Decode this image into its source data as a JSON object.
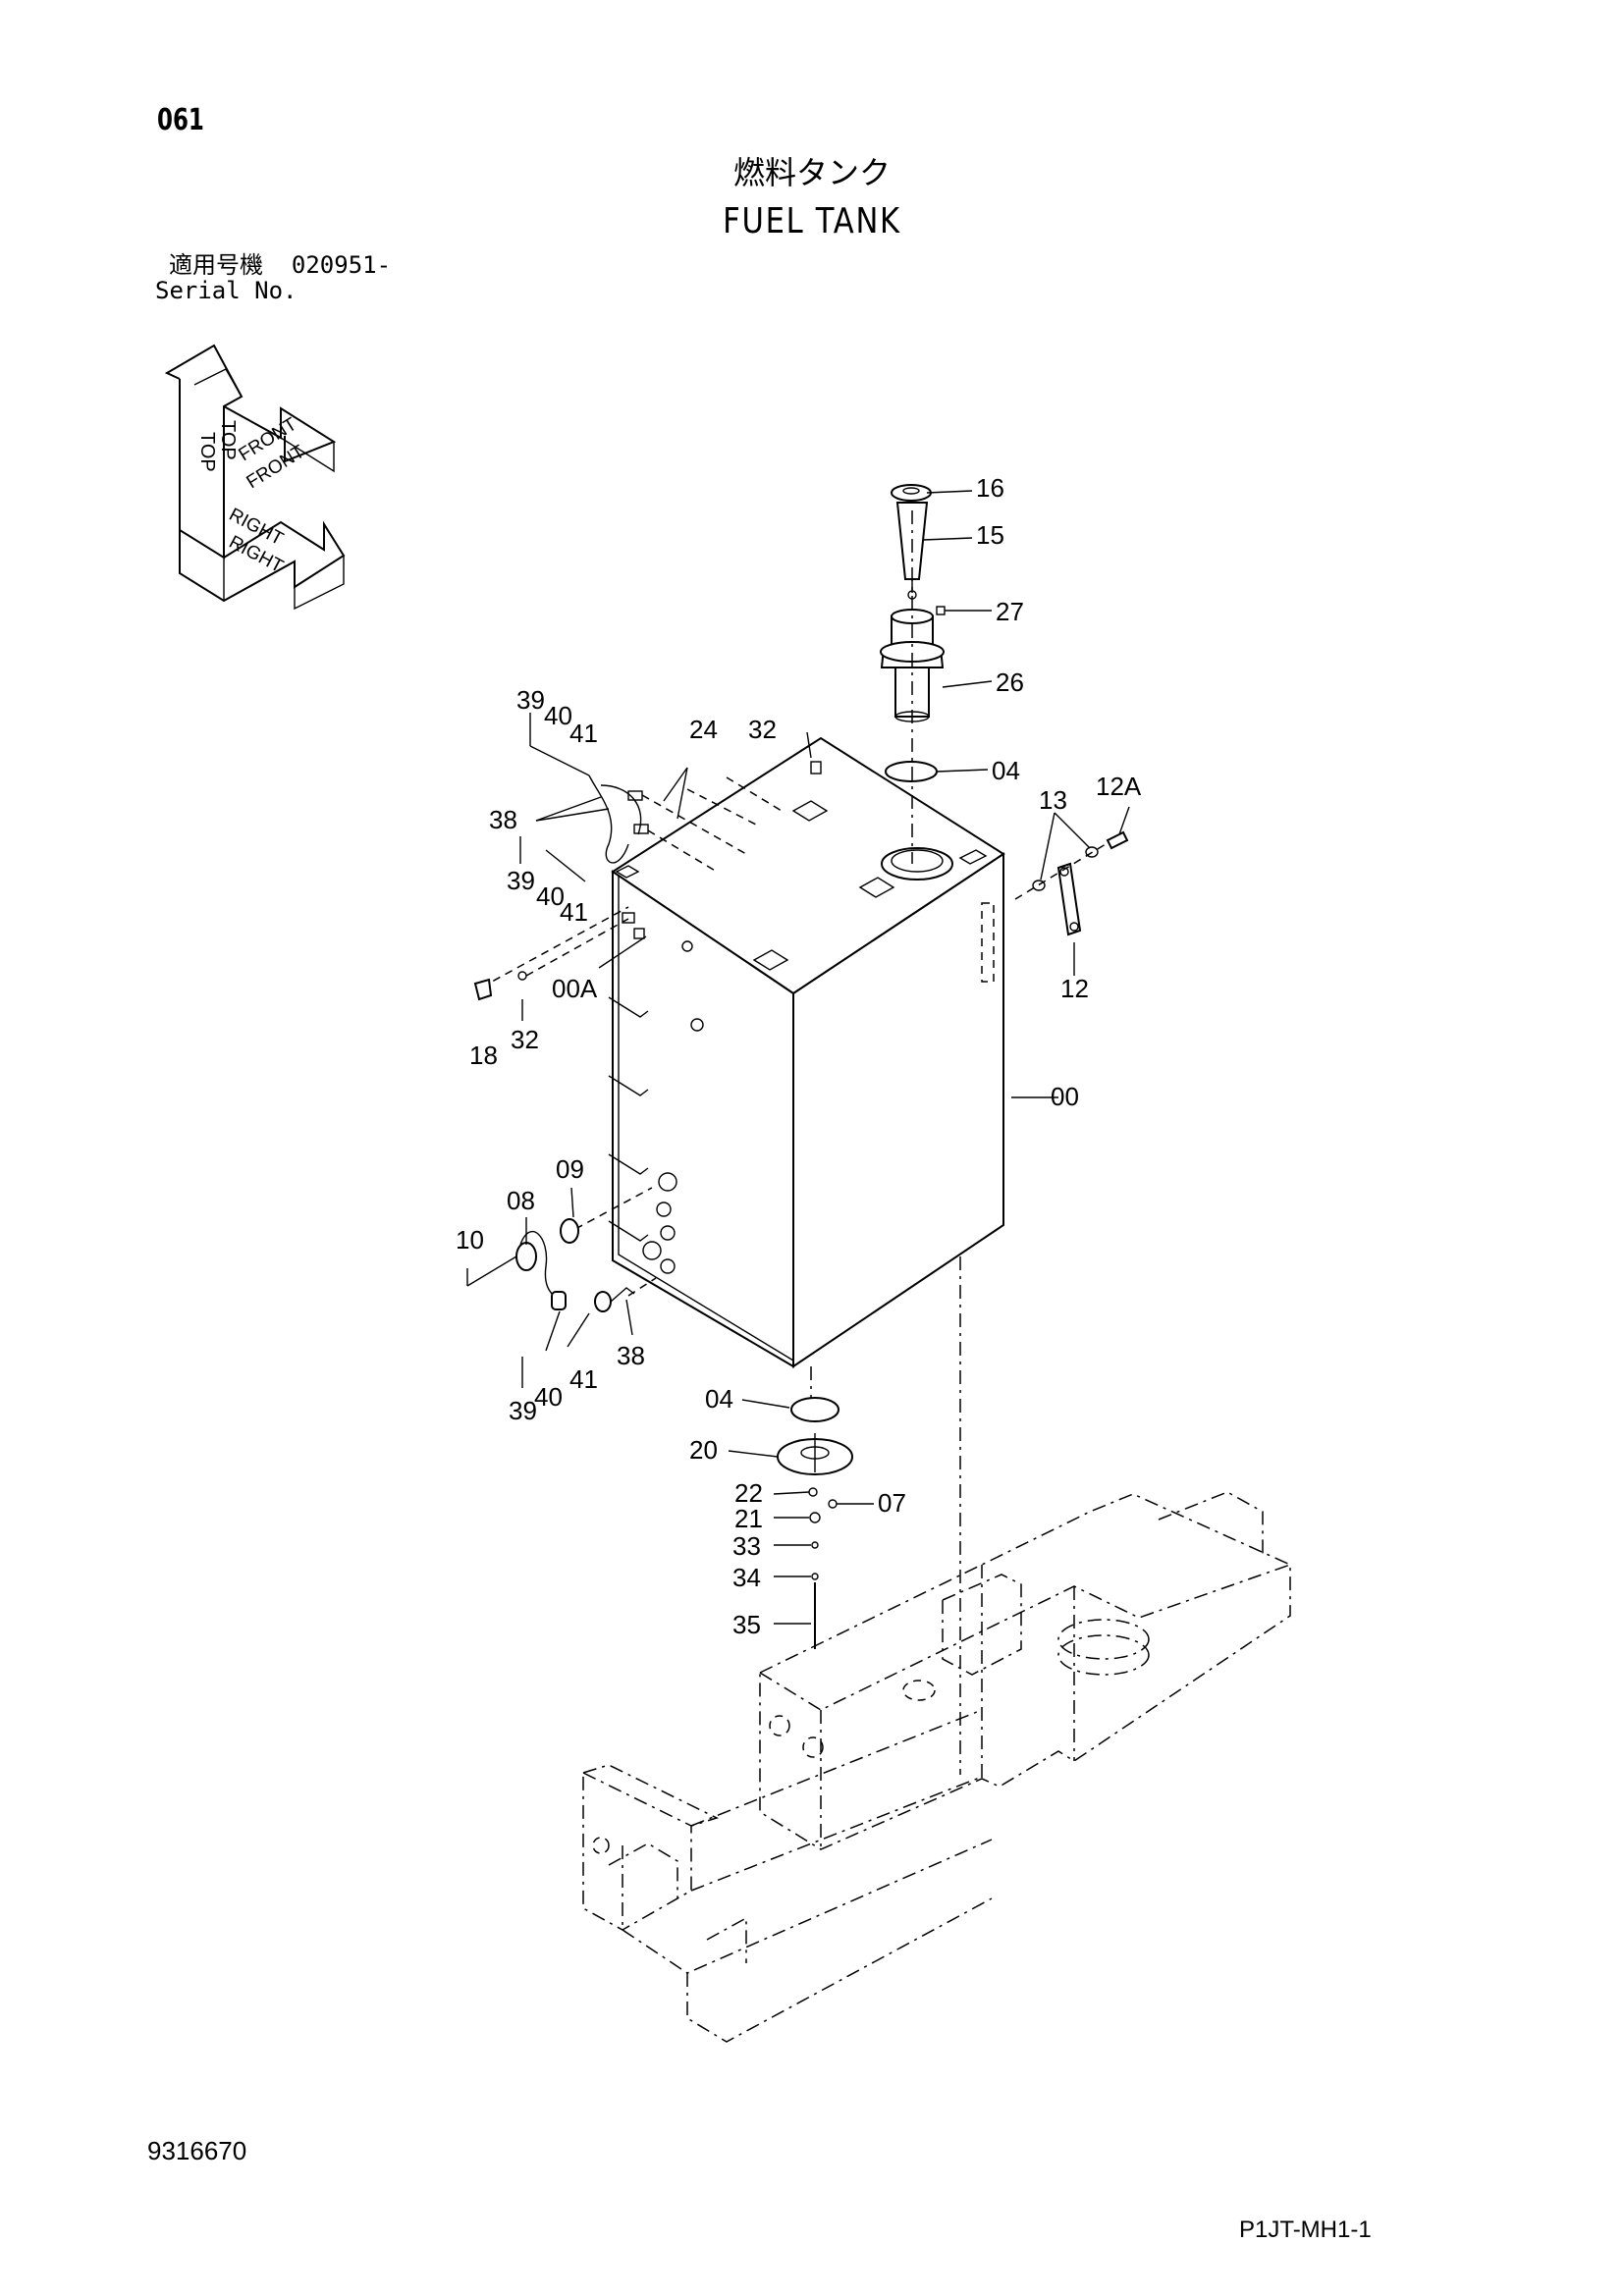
{
  "header": {
    "page_number": "061",
    "title_jp": "燃料タンク",
    "title_en": "FUEL TANK",
    "serial_label_jp": "適用号機",
    "serial_value": "020951-",
    "serial_label_en": "Serial No."
  },
  "orientation_indicator": {
    "labels": [
      "TOP",
      "TOP",
      "FRONT",
      "FRONT",
      "RIGHT",
      "RIGHT"
    ]
  },
  "callouts": [
    "16",
    "15",
    "27",
    "26",
    "04",
    "32",
    "24",
    "39",
    "40",
    "41",
    "38",
    "39",
    "40",
    "41",
    "13",
    "12A",
    "12",
    "00A",
    "18",
    "32",
    "00",
    "09",
    "08",
    "10",
    "39",
    "40",
    "41",
    "38",
    "04",
    "20",
    "22",
    "07",
    "21",
    "33",
    "34",
    "35"
  ],
  "footer": {
    "document_number": "9316670",
    "sheet_code": "P1JT-MH1-1"
  }
}
